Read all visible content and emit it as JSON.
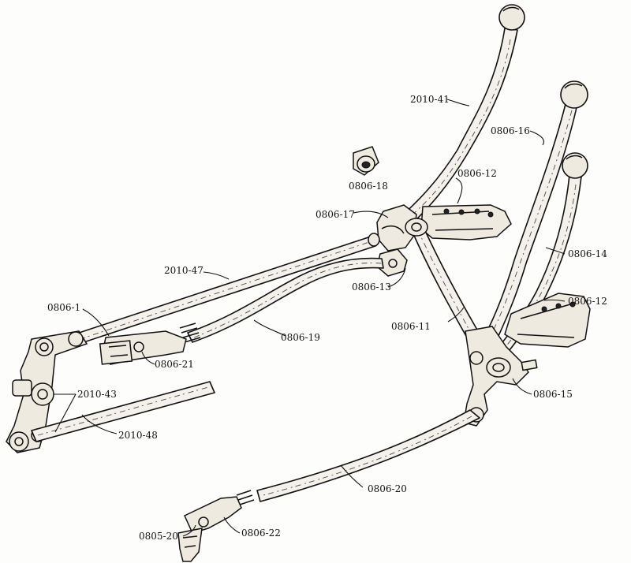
{
  "labels": {
    "l_2010_41": "2010-41",
    "l_0806_16": "0806-16",
    "l_0806_18": "0806-18",
    "l_0806_12_top": "0806-12",
    "l_0806_17": "0806-17",
    "l_0806_14": "0806-14",
    "l_2010_47": "2010-47",
    "l_0806_13": "0806-13",
    "l_0806_12_right": "0806-12",
    "l_0806_1": "0806-1",
    "l_0806_11": "0806-11",
    "l_0806_19": "0806-19",
    "l_0806_21": "0806-21",
    "l_0806_15": "0806-15",
    "l_2010_43": "2010-43",
    "l_2010_48": "2010-48",
    "l_0806_20": "0806-20",
    "l_0805_20": "0805-20",
    "l_0806_22": "0806-22"
  },
  "colors": {
    "ink": "#111111",
    "paper": "#fdfdfb",
    "metal": "#efeadf"
  }
}
